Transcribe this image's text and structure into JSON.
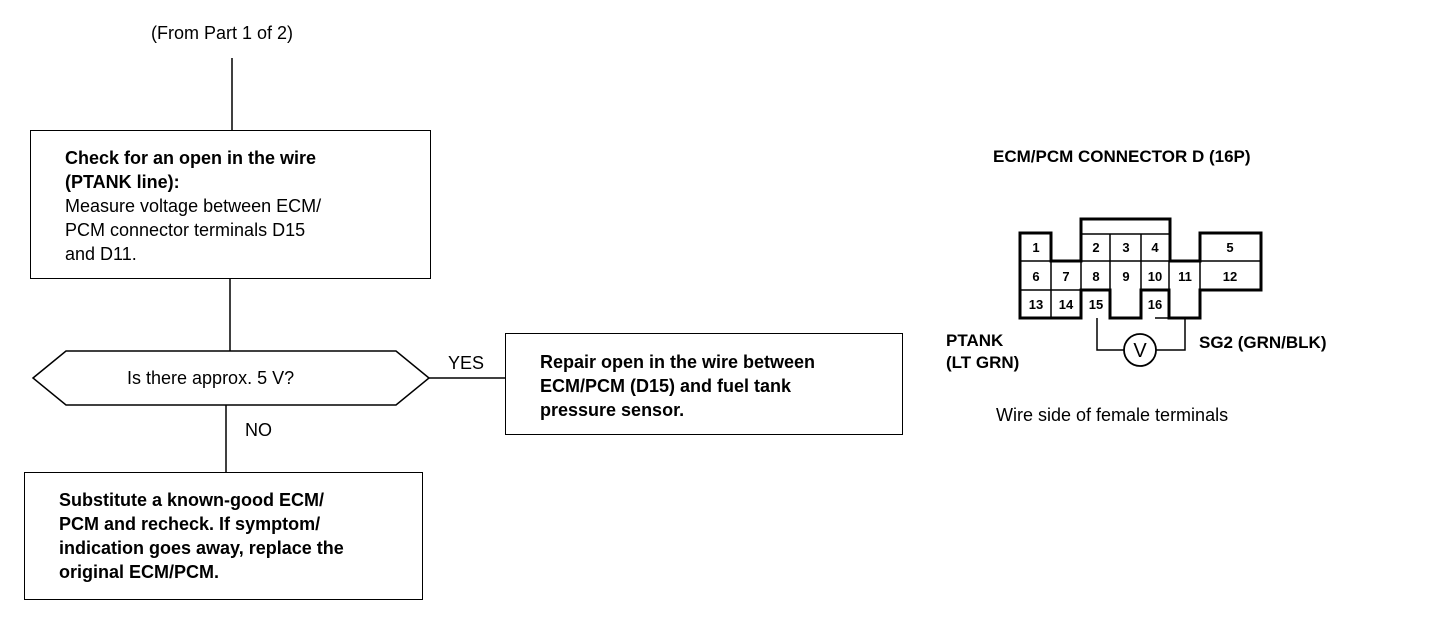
{
  "flow": {
    "from_label": "(From Part 1 of 2)",
    "check_box": {
      "title_line1": "Check for an open in the wire",
      "title_line2": "(PTANK line):",
      "body_lines": [
        "Measure voltage between ECM/",
        "PCM connector terminals D15",
        "and D11."
      ]
    },
    "decision": {
      "question": "Is there approx. 5 V?",
      "yes_label": "YES",
      "no_label": "NO"
    },
    "repair_box": {
      "lines": [
        "Repair open in the wire between",
        "ECM/PCM (D15) and fuel tank",
        "pressure sensor."
      ]
    },
    "substitute_box": {
      "lines": [
        "Substitute a known-good ECM/",
        "PCM and recheck. If symptom/",
        "indication goes away, replace the",
        "original ECM/PCM."
      ]
    }
  },
  "connector": {
    "title": "ECM/PCM CONNECTOR D (16P)",
    "pins": [
      "1",
      "2",
      "3",
      "4",
      "5",
      "6",
      "7",
      "8",
      "9",
      "10",
      "11",
      "12",
      "13",
      "14",
      "15",
      "16"
    ],
    "voltmeter_symbol": "V",
    "left_wire_line1": "PTANK",
    "left_wire_line2": "(LT GRN)",
    "right_wire": "SG2 (GRN/BLK)",
    "caption": "Wire side of female terminals"
  }
}
